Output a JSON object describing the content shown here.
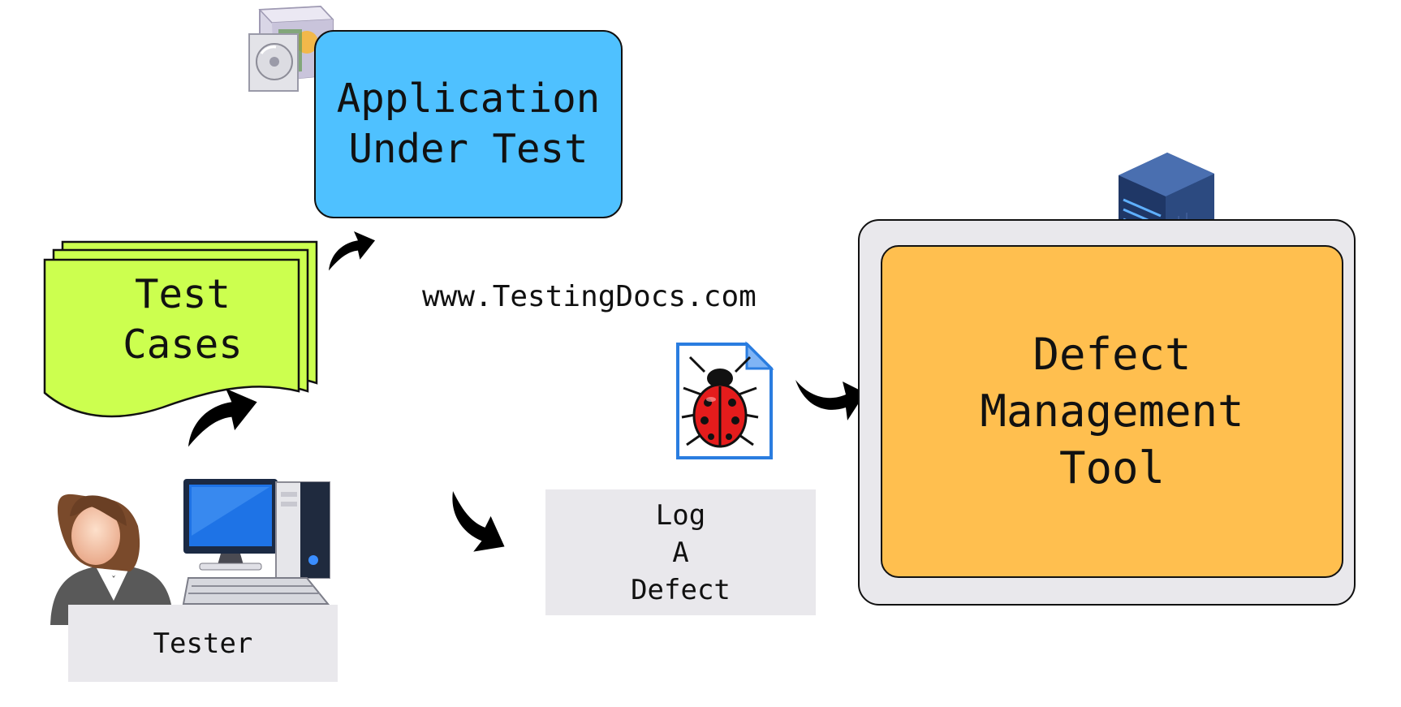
{
  "application_box": {
    "line1": "Application",
    "line2": "Under Test"
  },
  "test_cases": {
    "line1": "Test",
    "line2": "Cases"
  },
  "website": "www.TestingDocs.com",
  "defect_tool": {
    "line1": "Defect",
    "line2": "Management",
    "line3": "Tool"
  },
  "log_defect": {
    "line1": "Log",
    "line2": "A",
    "line3": "Defect"
  },
  "tester": {
    "label": "Tester"
  },
  "icons": [
    "software-box-icon",
    "server-icon",
    "database-icon",
    "ladybug-document-icon",
    "tester-avatar-icon",
    "desktop-computer-icon",
    "curved-arrow-icon"
  ],
  "colors": {
    "application": "#4fc1ff",
    "test_cases": "#ccff4f",
    "defect_tool_outer": "#e9e8ec",
    "defect_tool_inner": "#ffbf4f",
    "label_box": "#e9e8ec"
  }
}
